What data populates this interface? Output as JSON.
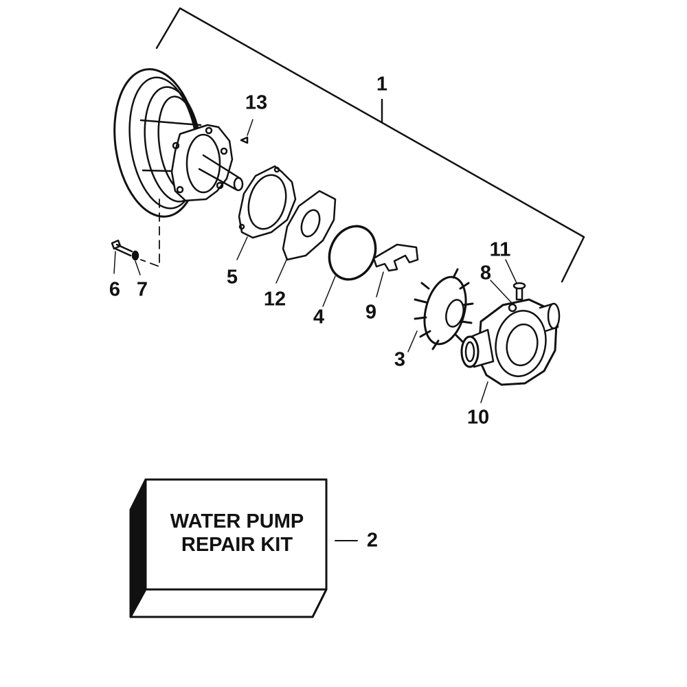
{
  "callouts": {
    "c1": "1",
    "c2": "2",
    "c3": "3",
    "c4": "4",
    "c5": "5",
    "c6": "6",
    "c7": "7",
    "c8": "8",
    "c9": "9",
    "c10": "10",
    "c11": "11",
    "c12": "12",
    "c13": "13"
  },
  "kit": {
    "line1": "WATER PUMP",
    "line2": "REPAIR KIT"
  }
}
